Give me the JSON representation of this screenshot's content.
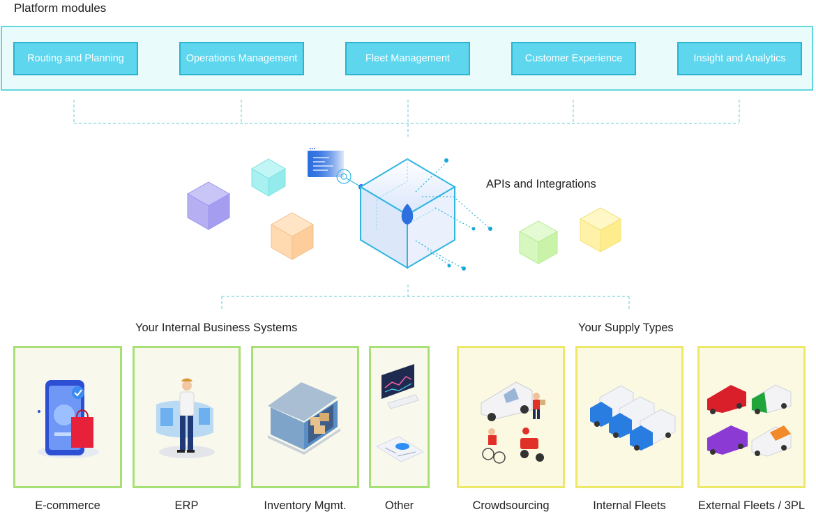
{
  "header": {
    "title": "Platform modules"
  },
  "modules": [
    {
      "label": "Routing and Planning"
    },
    {
      "label": "Operations Management"
    },
    {
      "label": "Fleet Management"
    },
    {
      "label": "Customer Experience"
    },
    {
      "label": "Insight and Analytics"
    }
  ],
  "hub": {
    "label": "APIs and Integrations"
  },
  "sections": {
    "internal": {
      "title": "Your Internal Business Systems"
    },
    "supply": {
      "title": "Your Supply Types"
    }
  },
  "internal_systems": [
    {
      "label": "E-commerce",
      "icon": "smartphone-shopping-icon"
    },
    {
      "label": "ERP",
      "icon": "person-holographic-screens-icon"
    },
    {
      "label": "Inventory Mgmt.",
      "icon": "warehouse-boxes-icon"
    },
    {
      "label": "Other",
      "icon": "monitor-and-report-icon"
    }
  ],
  "supply_types": [
    {
      "label": "Crowdsourcing",
      "icon": "van-bike-scooter-couriers-icon"
    },
    {
      "label": "Internal Fleets",
      "icon": "blue-trucks-icon"
    },
    {
      "label": "External Fleets / 3PL",
      "icon": "colored-vans-icon"
    }
  ],
  "colors": {
    "module_fill": "#5dd6ee",
    "module_border": "#2cb3cf",
    "band_fill": "#eafbfc",
    "internal_card_border": "#a7e075",
    "supply_card_border": "#ece86a",
    "connector": "#7fd3dc",
    "hub_cube": "#2fb5e0"
  }
}
